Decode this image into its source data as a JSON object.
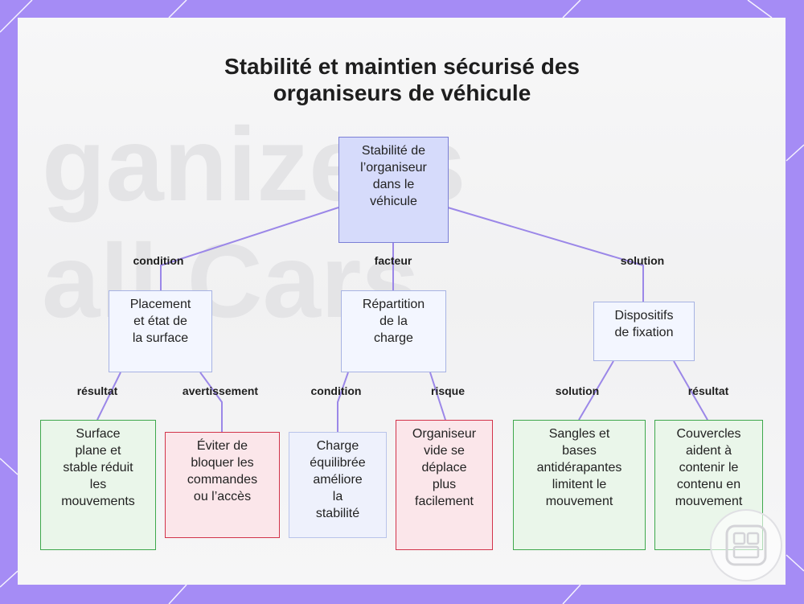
{
  "title_lines": [
    "Stabilité et maintien sécurisé des",
    "organiseurs de véhicule"
  ],
  "watermark_lines": [
    "ganizers",
    "all Cars"
  ],
  "nodes": {
    "root": [
      "Stabilité de",
      "l’organiseur",
      "dans le",
      "véhicule"
    ],
    "placement": [
      "Placement",
      "et état de",
      "la surface"
    ],
    "repartition": [
      "Répartition",
      "de la",
      "charge"
    ],
    "dispositifs": [
      "Dispositifs",
      "de fixation"
    ],
    "surface": [
      "Surface",
      "plane et",
      "stable réduit",
      "les",
      "mouvements"
    ],
    "eviter": [
      "Éviter de",
      "bloquer les",
      "commandes",
      "ou l’accès"
    ],
    "charge": [
      "Charge",
      "équilibrée",
      "améliore",
      "la",
      "stabilité"
    ],
    "organiseur": [
      "Organiseur",
      "vide se",
      "déplace",
      "plus",
      "facilement"
    ],
    "sangles": [
      "Sangles et",
      "bases",
      "antidérapantes",
      "limitent le",
      "mouvement"
    ],
    "couvercles": [
      "Couvercles",
      "aident à",
      "contenir le",
      "contenu en",
      "mouvement"
    ]
  },
  "edge_labels": {
    "condition_1": "condition",
    "facteur": "facteur",
    "solution_1": "solution",
    "resultat_1": "résultat",
    "avertissement": "avertissement",
    "condition_2": "condition",
    "risque": "risque",
    "solution_2": "solution",
    "resultat_2": "résultat"
  },
  "colors": {
    "frame": "#a58cf5",
    "connector": "#9b87e8",
    "root_fill": "#d6dbfb",
    "green_border": "#3ea84c",
    "red_border": "#d2334a"
  },
  "icons": {
    "logo": "grid-logo-icon"
  }
}
